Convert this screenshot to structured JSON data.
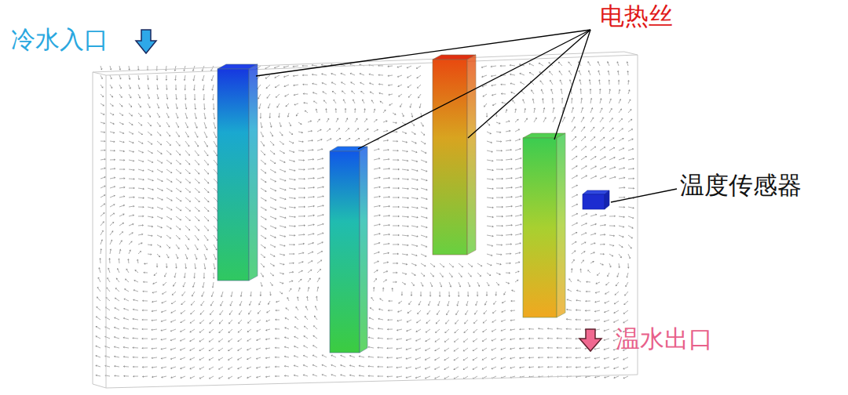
{
  "diagram": {
    "labels": [
      "冷水入口",
      "电热丝",
      "温度传感器",
      "温水出口"
    ]
  }
}
